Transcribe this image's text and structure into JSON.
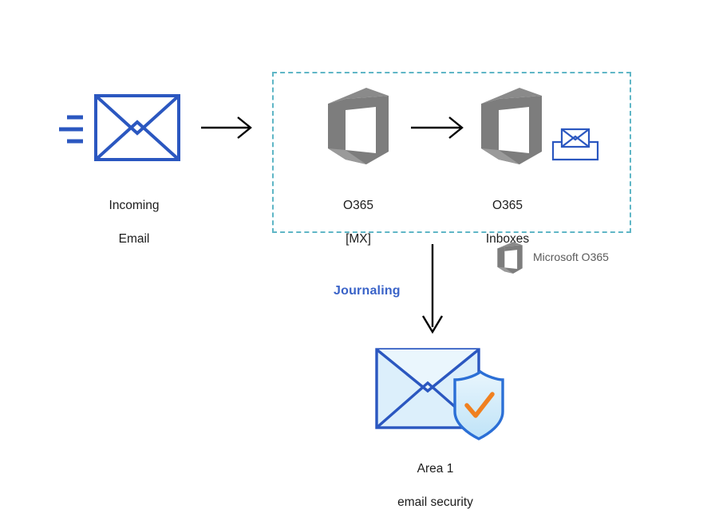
{
  "diagram": {
    "title": "Email flow with O365 journaling to Area 1 email security",
    "background_color": "#ffffff"
  },
  "colors": {
    "envelope_blue": "#2b57c0",
    "o365_gray": "#7d7d7d",
    "boundary_teal": "#5fb6c6",
    "journaling_blue": "#3a63c8",
    "arrow_black": "#000000",
    "shield_orange": "#f08020",
    "shield_fill": "#d8edfb",
    "caption_text": "#1c1c1c",
    "legend_text": "#5a5a5a"
  },
  "nodes": {
    "incoming_email": {
      "icon": "envelope-with-motion-lines-icon",
      "label_line1": "Incoming",
      "label_line2": "Email"
    },
    "o365_mx": {
      "icon": "office-365-cube-icon",
      "label_line1": "O365",
      "label_line2": "[MX]"
    },
    "o365_inboxes": {
      "icon": "office-365-cube-icon",
      "label_line1": "O365",
      "label_line2": "Inboxes",
      "secondary_icon": "inbox-tray-envelope-icon"
    },
    "area1": {
      "icon": "envelope-shield-check-icon",
      "label_line1": "Area 1",
      "label_line2": "email security"
    }
  },
  "edges": {
    "incoming_to_mx": {
      "label": "",
      "direction": "right"
    },
    "mx_to_inboxes": {
      "label": "",
      "direction": "right"
    },
    "inboxes_to_area1": {
      "label": "Journaling",
      "direction": "down"
    }
  },
  "boundary": {
    "style": "dashed",
    "label": ""
  },
  "legend": {
    "icon": "office-365-cube-icon",
    "label": "Microsoft O365"
  }
}
